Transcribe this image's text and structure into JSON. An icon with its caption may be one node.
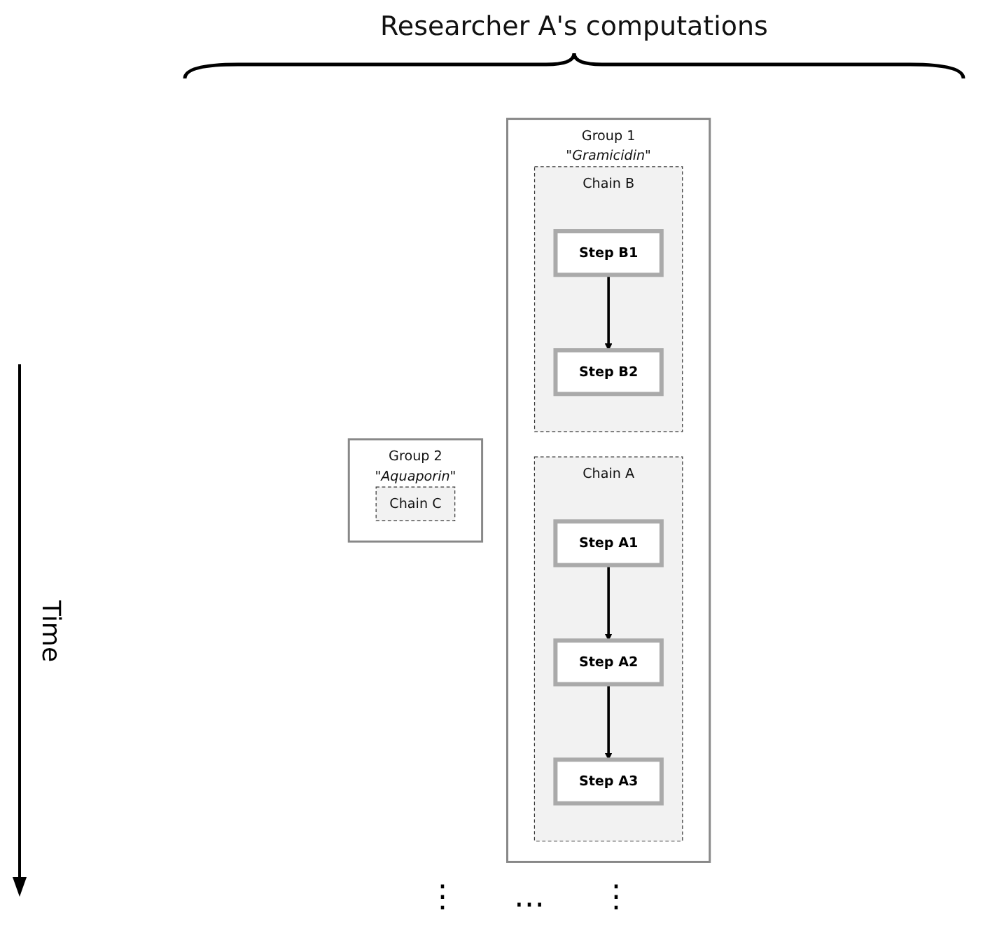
{
  "diagram": {
    "nodes": [
      {
        "text": [
          "Group 1",
          "\"Gramicidin\""
        ]
      },
      {
        "text": [
          "Chain A"
        ],
        "in": 0
      },
      {
        "text": [
          "Step A1"
        ],
        "in": 1
      },
      {
        "text": [
          "Step A2"
        ],
        "in": 1
      },
      {
        "text": [
          "Step A3"
        ],
        "in": 1
      },
      {
        "text": [
          "Chain B"
        ],
        "in": 0
      },
      {
        "text": [
          "Step B1"
        ],
        "in": 5
      },
      {
        "text": [
          "Step B2"
        ],
        "in": 5
      },
      {
        "text": [
          "Group 2",
          "\"Aquaporin\""
        ]
      },
      {
        "text": [
          "Chain C"
        ],
        "in": 8
      }
    ],
    "edges": [
      {
        "from": 2,
        "to": 3,
        "arrow": "to"
      },
      {
        "from": 3,
        "to": 4,
        "arrow": "to"
      },
      {
        "from": 6,
        "to": 7,
        "arrow": "to"
      }
    ],
    "labels": [
      "Researcher A's computations",
      "Time",
      "⋮",
      "…",
      "⋮"
    ]
  }
}
